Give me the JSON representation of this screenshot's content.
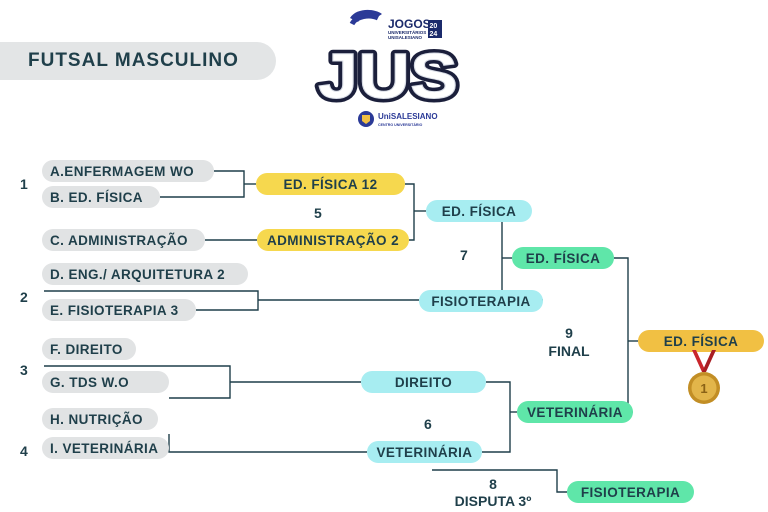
{
  "header": {
    "title": "FUTSAL MASCULINO",
    "logo": {
      "top_text": "JOGOS",
      "sub_text_1": "UNIVERSITÁRIOS",
      "sub_text_2": "UNISALESIANO",
      "year_1": "20",
      "year_2": "24",
      "big_text": "JUS",
      "brand": "UniSALESIANO",
      "brand_sub": "CENTRO UNIVERSITÁRIO"
    }
  },
  "bracket": {
    "group_numbers": [
      "1",
      "2",
      "3",
      "4"
    ],
    "teams": [
      "A.ENFERMAGEM WO",
      "B. ED. FÍSICA",
      "C. ADMINISTRAÇÃO",
      "D. ENG./ ARQUITETURA 2",
      "E. FISIOTERAPIA 3",
      "F. DIREITO",
      "G. TDS W.O",
      "H. NUTRIÇÃO",
      "I. VETERINÁRIA"
    ],
    "round1": [
      "ED. FÍSICA 12",
      "ADMINISTRAÇÃO 2"
    ],
    "match_numbers": {
      "m5": "5",
      "m6": "6",
      "m7": "7",
      "m8": "8",
      "m8_label": "DISPUTA 3º",
      "m9": "9",
      "m9_label": "FINAL"
    },
    "quarter": [
      "ED. FÍSICA",
      "FISIOTERAPIA",
      "DIREITO",
      "VETERINÁRIA"
    ],
    "semi": [
      "ED. FÍSICA",
      "VETERINÁRIA"
    ],
    "third_place": "FISIOTERAPIA",
    "champion": "ED. FÍSICA",
    "medal_number": "1"
  },
  "colors": {
    "gray_pill": "#e1e3e4",
    "yellow_pill": "#f6d84e",
    "cyan_pill": "#a7edf1",
    "green_pill": "#5fe6a9",
    "gold_pill": "#f1c043",
    "text": "#1f3f4a",
    "medal_ribbon": "#c9262c",
    "medal": "#d4a437"
  }
}
